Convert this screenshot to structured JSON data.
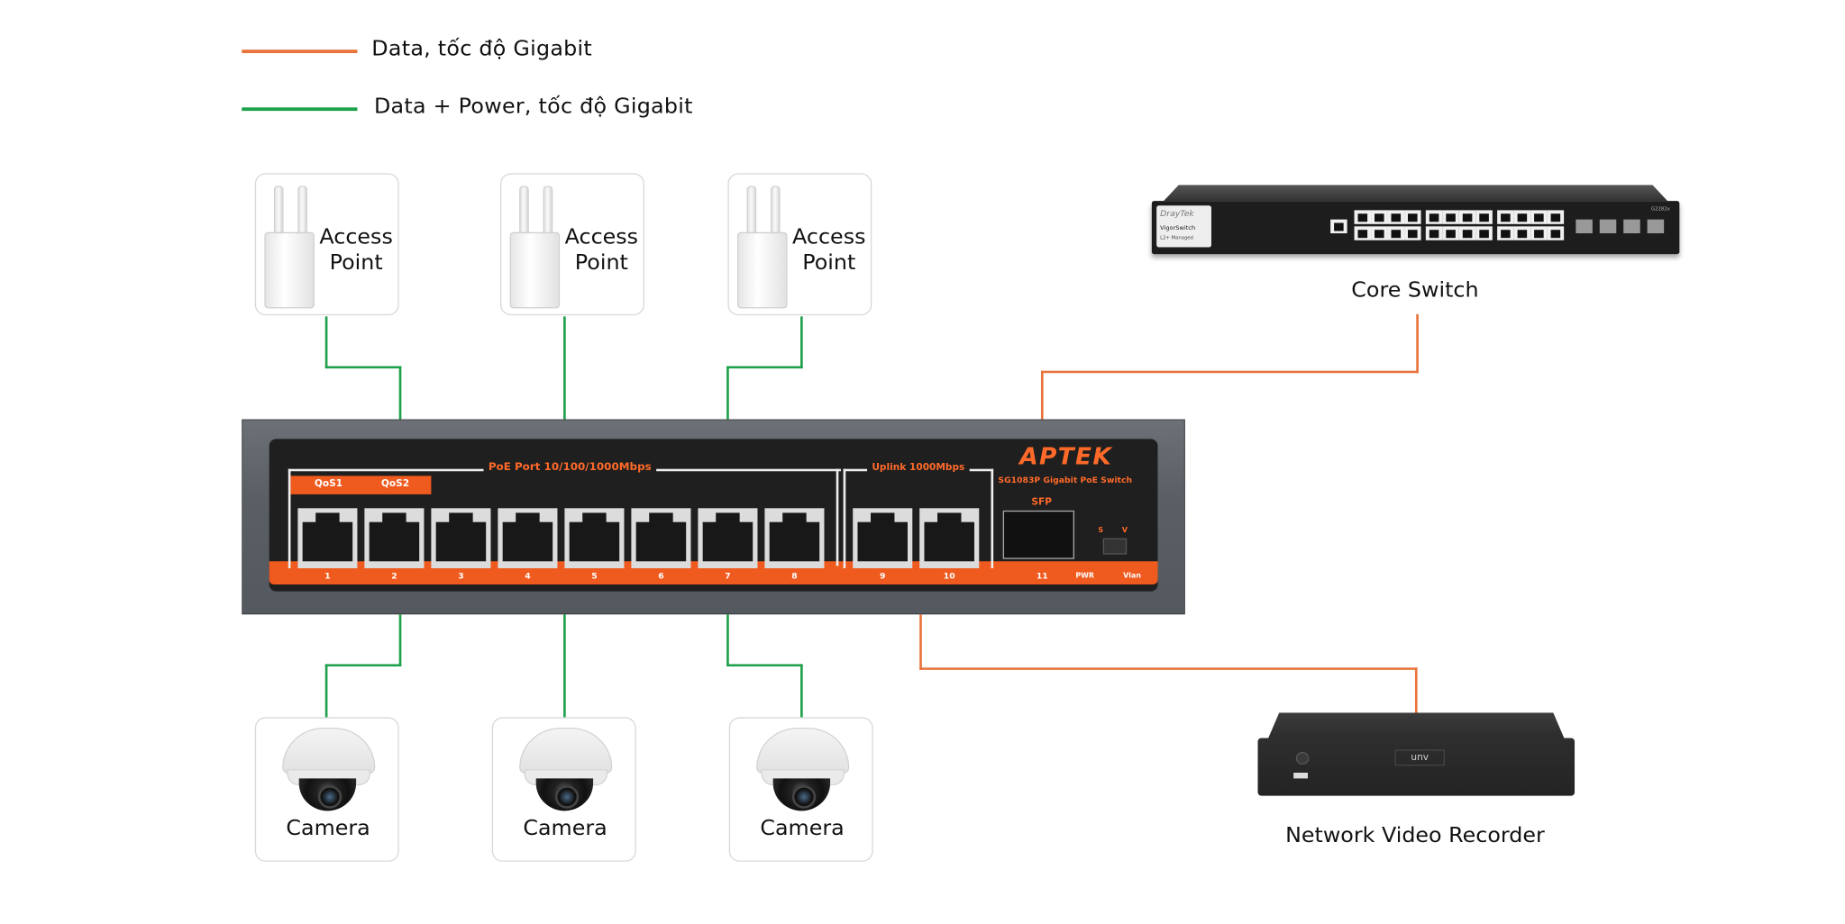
{
  "legend": [
    {
      "label": "Data, tốc độ Gigabit",
      "color": "#e8743b"
    },
    {
      "label": "Data + Power, tốc độ Gigabit",
      "color": "#1fa04a"
    }
  ],
  "access_points": [
    {
      "label_line1": "Access",
      "label_line2": "Point"
    },
    {
      "label_line1": "Access",
      "label_line2": "Point"
    },
    {
      "label_line1": "Access",
      "label_line2": "Point"
    }
  ],
  "cameras": [
    {
      "label": "Camera"
    },
    {
      "label": "Camera"
    },
    {
      "label": "Camera"
    }
  ],
  "core_switch": {
    "label": "Core Switch",
    "brand": "DrayTek",
    "model_line1": "VigorSwitch",
    "model_line2": "L2+ Managed",
    "model_code": "G2282x"
  },
  "nvr": {
    "label": "Network Video Recorder",
    "brand": "unv"
  },
  "poe_switch": {
    "brand": "APTEK",
    "model": "SG1083P Gigabit PoE Switch",
    "poe_group_label": "PoE Port 10/100/1000Mbps",
    "uplink_group_label": "Uplink 1000Mbps",
    "qos_labels": [
      "QoS1",
      "QoS2"
    ],
    "sfp_label": "SFP",
    "switch_labels": [
      "S",
      "V"
    ],
    "port_numbers": [
      "1",
      "2",
      "3",
      "4",
      "5",
      "6",
      "7",
      "8",
      "9",
      "10",
      "11"
    ],
    "indicators": [
      "PWR",
      "Vlan"
    ]
  },
  "colors": {
    "data_line": "#e8743b",
    "data_power_line": "#1fa04a",
    "switch_accent": "#ef5a1e"
  }
}
